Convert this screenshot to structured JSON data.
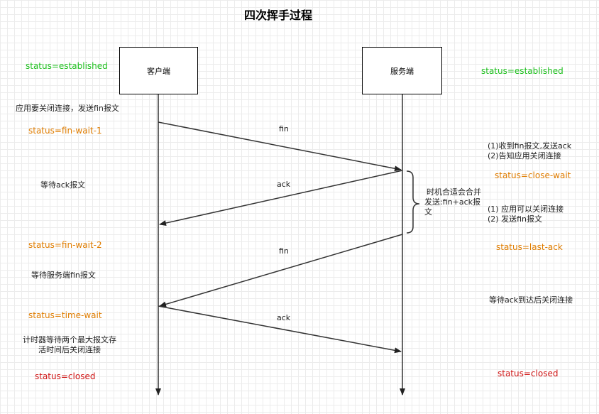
{
  "title": "四次挥手过程",
  "client": {
    "label": "客户端",
    "status_established": "status=established",
    "note_close": "应用要关闭连接，发送fin报文",
    "status_fin_wait_1": "status=fin-wait-1",
    "note_wait_ack": "等待ack报文",
    "status_fin_wait_2": "status=fin-wait-2",
    "note_wait_fin": "等待服务端fin报文",
    "status_time_wait": "status=time-wait",
    "note_timer_1": "计时器等待两个最大报文存",
    "note_timer_2": "活时间后关闭连接",
    "status_closed": "status=closed"
  },
  "server": {
    "label": "服务端",
    "status_established": "status=established",
    "note_recv_1": "(1)收到fin报文,发送ack",
    "note_recv_2": "(2)告知应用关闭连接",
    "status_close_wait": "status=close-wait",
    "note_app_1": "(1) 应用可以关闭连接",
    "note_app_2": "(2) 发送fin报文",
    "status_last_ack": "status=last-ack",
    "note_wait_ack": "等待ack到达后关闭连接",
    "status_closed": "status=closed"
  },
  "messages": {
    "fin_1": "fin",
    "ack_1": "ack",
    "fin_2": "fin",
    "ack_2": "ack"
  },
  "brace_note": {
    "line1": "时机合适会合并",
    "line2": "发送:fin+ack报",
    "line3": "文"
  }
}
